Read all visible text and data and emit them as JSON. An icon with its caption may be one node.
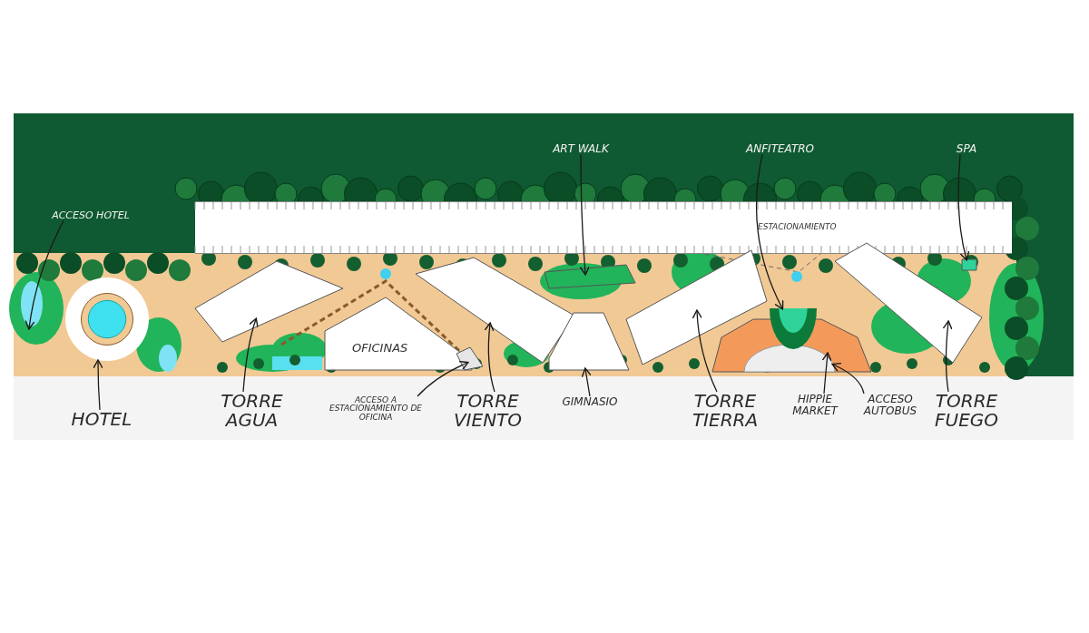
{
  "diagram": {
    "nodes": [
      {
        "text": [
          "ESTACIONAMIENTO"
        ]
      },
      {
        "text": [
          "OFICINAS"
        ]
      },
      {
        "text": [
          "ACCESO HOTEL"
        ]
      },
      {
        "text": [
          "HOTEL"
        ]
      },
      {
        "text": [
          "TORRE AGUA"
        ]
      },
      {
        "text": [
          "ACCESO A ESTACIONAMIENTO DE OFICINA"
        ]
      },
      {
        "text": [
          "TORRE VIENTO"
        ]
      },
      {
        "text": [
          "ART WALK"
        ]
      },
      {
        "text": [
          "GIMNASIO"
        ]
      },
      {
        "text": [
          "TORRE TIERRA"
        ]
      },
      {
        "text": [
          "ANFITEATRO"
        ]
      },
      {
        "text": [
          "HIPPIE MARKET"
        ]
      },
      {
        "text": [
          "ACCESO AUTOBUS"
        ]
      },
      {
        "text": [
          "SPA"
        ]
      },
      {
        "text": [
          "TORRE FUEGO"
        ]
      },
      {
        "text": [],
        "shape": "circle"
      },
      {
        "text": [],
        "shape": "box"
      },
      {
        "text": [],
        "shape": "box"
      },
      {
        "text": [],
        "shape": "box"
      },
      {
        "text": [],
        "shape": "box"
      },
      {
        "text": [],
        "shape": "semicircle"
      },
      {
        "text": [],
        "shape": "box"
      },
      {
        "text": [],
        "shape": "box"
      },
      {
        "text": [],
        "shape": "box"
      },
      {
        "text": [],
        "shape": "box"
      },
      {
        "text": [],
        "shape": "semicircle",
        "in": 26
      },
      {
        "text": [],
        "shape": "box"
      }
    ],
    "edges": [
      {
        "from": 2,
        "to": null,
        "arrow": "to"
      },
      {
        "from": 3,
        "to": 15,
        "arrow": "to"
      },
      {
        "from": 4,
        "to": 16,
        "arrow": "to"
      },
      {
        "from": 5,
        "to": 24,
        "arrow": "to"
      },
      {
        "from": 6,
        "to": 17,
        "arrow": "to"
      },
      {
        "from": 7,
        "to": 23,
        "arrow": "to"
      },
      {
        "from": 8,
        "to": 18,
        "arrow": "to"
      },
      {
        "from": 9,
        "to": 19,
        "arrow": "to"
      },
      {
        "from": 10,
        "to": 20,
        "arrow": "to"
      },
      {
        "from": 11,
        "to": 26,
        "arrow": "to"
      },
      {
        "from": 12,
        "to": 25,
        "arrow": "to"
      },
      {
        "from": 13,
        "to": 22,
        "arrow": "to"
      },
      {
        "from": 14,
        "to": 21,
        "arrow": "to"
      }
    ]
  }
}
